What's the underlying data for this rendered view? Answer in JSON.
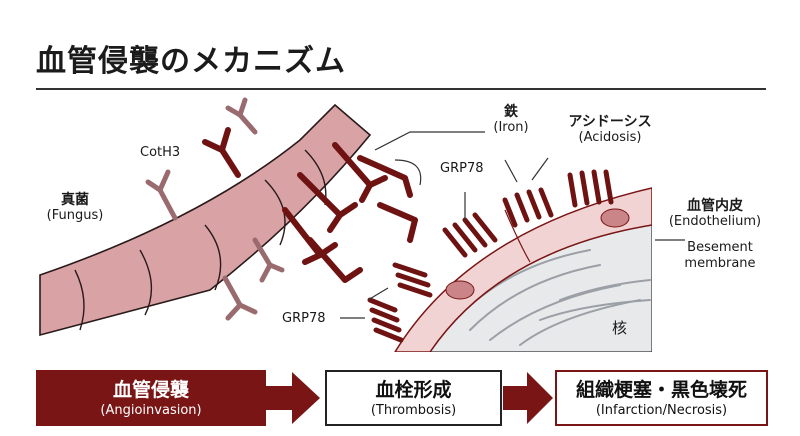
{
  "title": "血管侵襲のメカニズム",
  "labels": {
    "fungus": {
      "jp": "真菌",
      "en": "(Fungus)"
    },
    "coth3": "CotH3",
    "grp78_top": "GRP78",
    "grp78_bottom": "GRP78",
    "iron": {
      "jp": "鉄",
      "en": "(Iron)"
    },
    "acidosis": {
      "jp": "アシドーシス",
      "en": "(Acidosis)"
    },
    "endothelium": {
      "jp": "血管内皮",
      "en": "(Endothelium)"
    },
    "basement": {
      "line1": "Besement",
      "line2": "membrane"
    },
    "nucleus": "核"
  },
  "flow": [
    {
      "jp": "血管侵襲",
      "en": "(Angioinvasion)"
    },
    {
      "jp": "血栓形成",
      "en": "(Thrombosis)"
    },
    {
      "jp": "組織梗塞・黒色壊死",
      "en": "(Infarction/Necrosis)"
    }
  ],
  "colors": {
    "accent": "#7a1515",
    "hypha": "#d9a3a6",
    "endothelium": "#f2d3d3",
    "nucleus": "#e9eaec"
  }
}
